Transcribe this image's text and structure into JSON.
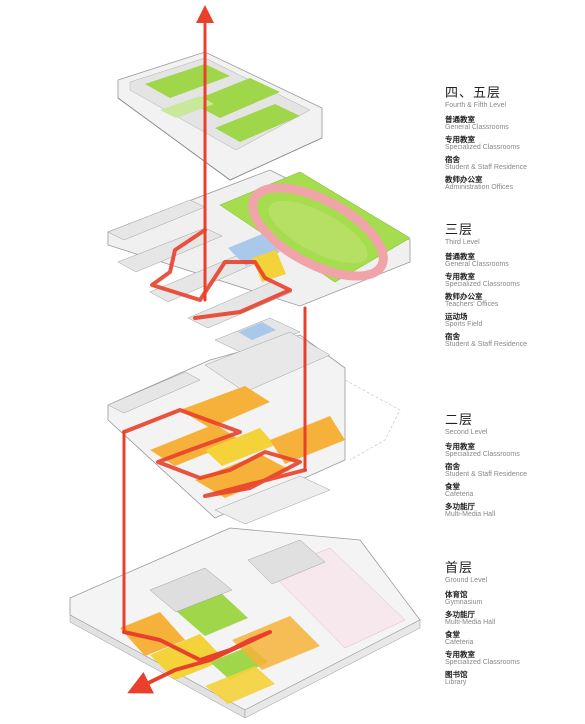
{
  "levels": [
    {
      "title_cn": "四、五层",
      "title_en": "Fourth & Fifth Level",
      "items": [
        {
          "cn": "普通教室",
          "en": "General Classrooms"
        },
        {
          "cn": "专用教室",
          "en": "Specialized Classrooms"
        },
        {
          "cn": "宿舍",
          "en": "Student & Staff Residence"
        },
        {
          "cn": "教师办公室",
          "en": "Administration Offices"
        }
      ]
    },
    {
      "title_cn": "三层",
      "title_en": "Third Level",
      "items": [
        {
          "cn": "普通教室",
          "en": "General Classrooms"
        },
        {
          "cn": "专用教室",
          "en": "Specialized Classrooms"
        },
        {
          "cn": "教师办公室",
          "en": "Teachers' Offices"
        },
        {
          "cn": "运动场",
          "en": "Sports Field"
        },
        {
          "cn": "宿舍",
          "en": "Student & Staff Residence"
        }
      ]
    },
    {
      "title_cn": "二层",
      "title_en": "Second Level",
      "items": [
        {
          "cn": "专用教室",
          "en": "Specialized Classrooms"
        },
        {
          "cn": "宿舍",
          "en": "Student & Staff Residence"
        },
        {
          "cn": "食堂",
          "en": "Cafeteria"
        },
        {
          "cn": "多功能厅",
          "en": "Multi-Media Hall"
        }
      ]
    },
    {
      "title_cn": "首层",
      "title_en": "Ground Level",
      "items": [
        {
          "cn": "体育馆",
          "en": "Gymnasium"
        },
        {
          "cn": "多功能厅",
          "en": "Multi-Media Hall"
        },
        {
          "cn": "食堂",
          "en": "Cafeteria"
        },
        {
          "cn": "专用教室",
          "en": "Specialized Classrooms"
        },
        {
          "cn": "图书馆",
          "en": "Library"
        }
      ]
    }
  ],
  "colors": {
    "circulation": "#e8402a",
    "green_roof": "#9fd64a",
    "track": "#f0a3a8",
    "field": "#a6dd4e",
    "orange_zone": "#f6b13a",
    "yellow_zone": "#f4d23a",
    "blue_zone": "#a9c8ea",
    "structure": "#d9d9d9",
    "outline": "#9a9a9a"
  }
}
